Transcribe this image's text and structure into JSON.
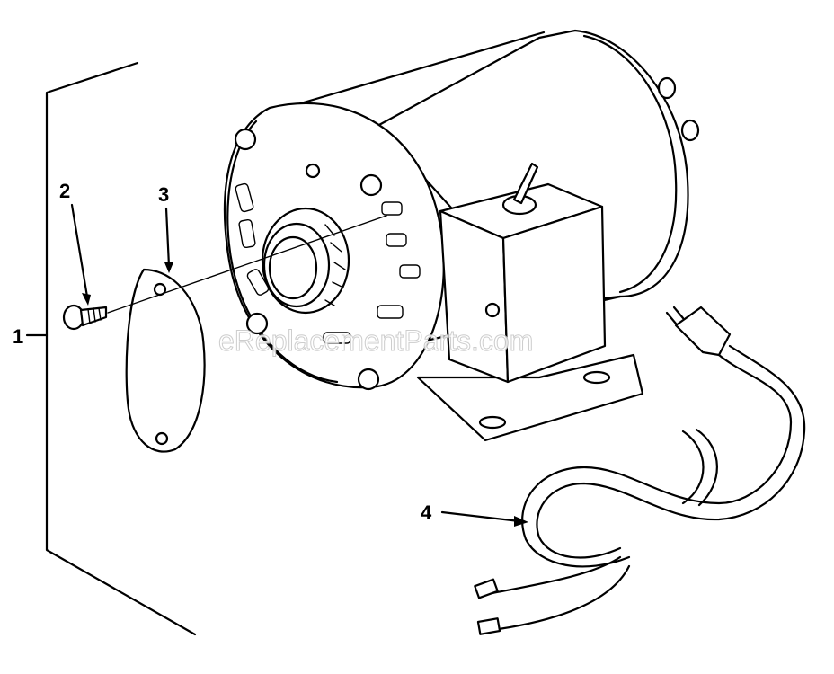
{
  "diagram": {
    "callouts": [
      {
        "id": "1",
        "label": "1"
      },
      {
        "id": "2",
        "label": "2"
      },
      {
        "id": "3",
        "label": "3"
      },
      {
        "id": "4",
        "label": "4"
      }
    ],
    "watermark": "eReplacementParts.com",
    "parts": {
      "bracket": "assembly-bracket-line",
      "screw": "screw",
      "cover_plate": "cover-plate",
      "motor": "electric-motor",
      "switch_box": "switch-box",
      "power_cord": "power-cord"
    }
  }
}
